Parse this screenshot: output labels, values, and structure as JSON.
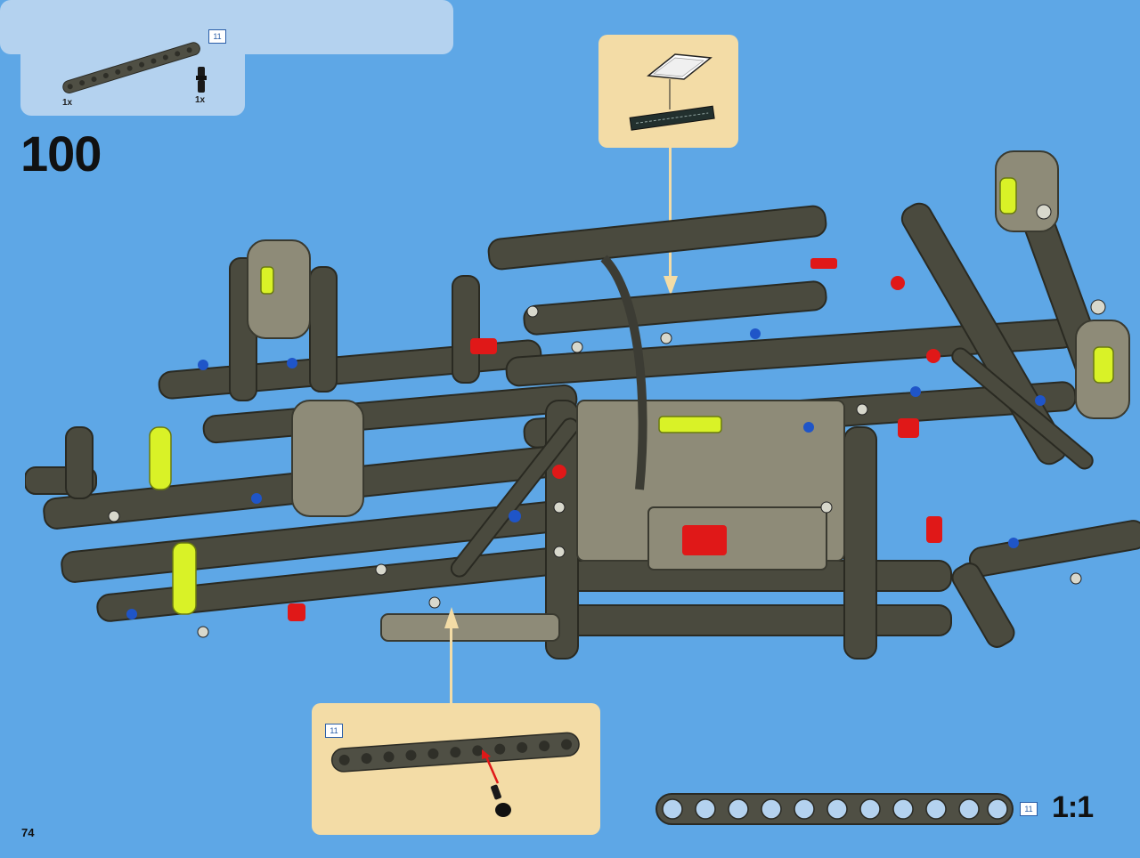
{
  "step": "100",
  "page_number": "74",
  "parts_list": {
    "items": [
      {
        "name": "beam-11",
        "quantity": "1x",
        "length": "11"
      },
      {
        "name": "axle-pin",
        "quantity": "1x"
      }
    ]
  },
  "callout_beam": {
    "length": "11"
  },
  "scale": {
    "label": "1:1",
    "length": "11"
  },
  "colors": {
    "background": "#5ea7e6",
    "callout": "#f3dca6",
    "parts_panel": "#b4d2ef",
    "beam": "#4a4a3e"
  }
}
